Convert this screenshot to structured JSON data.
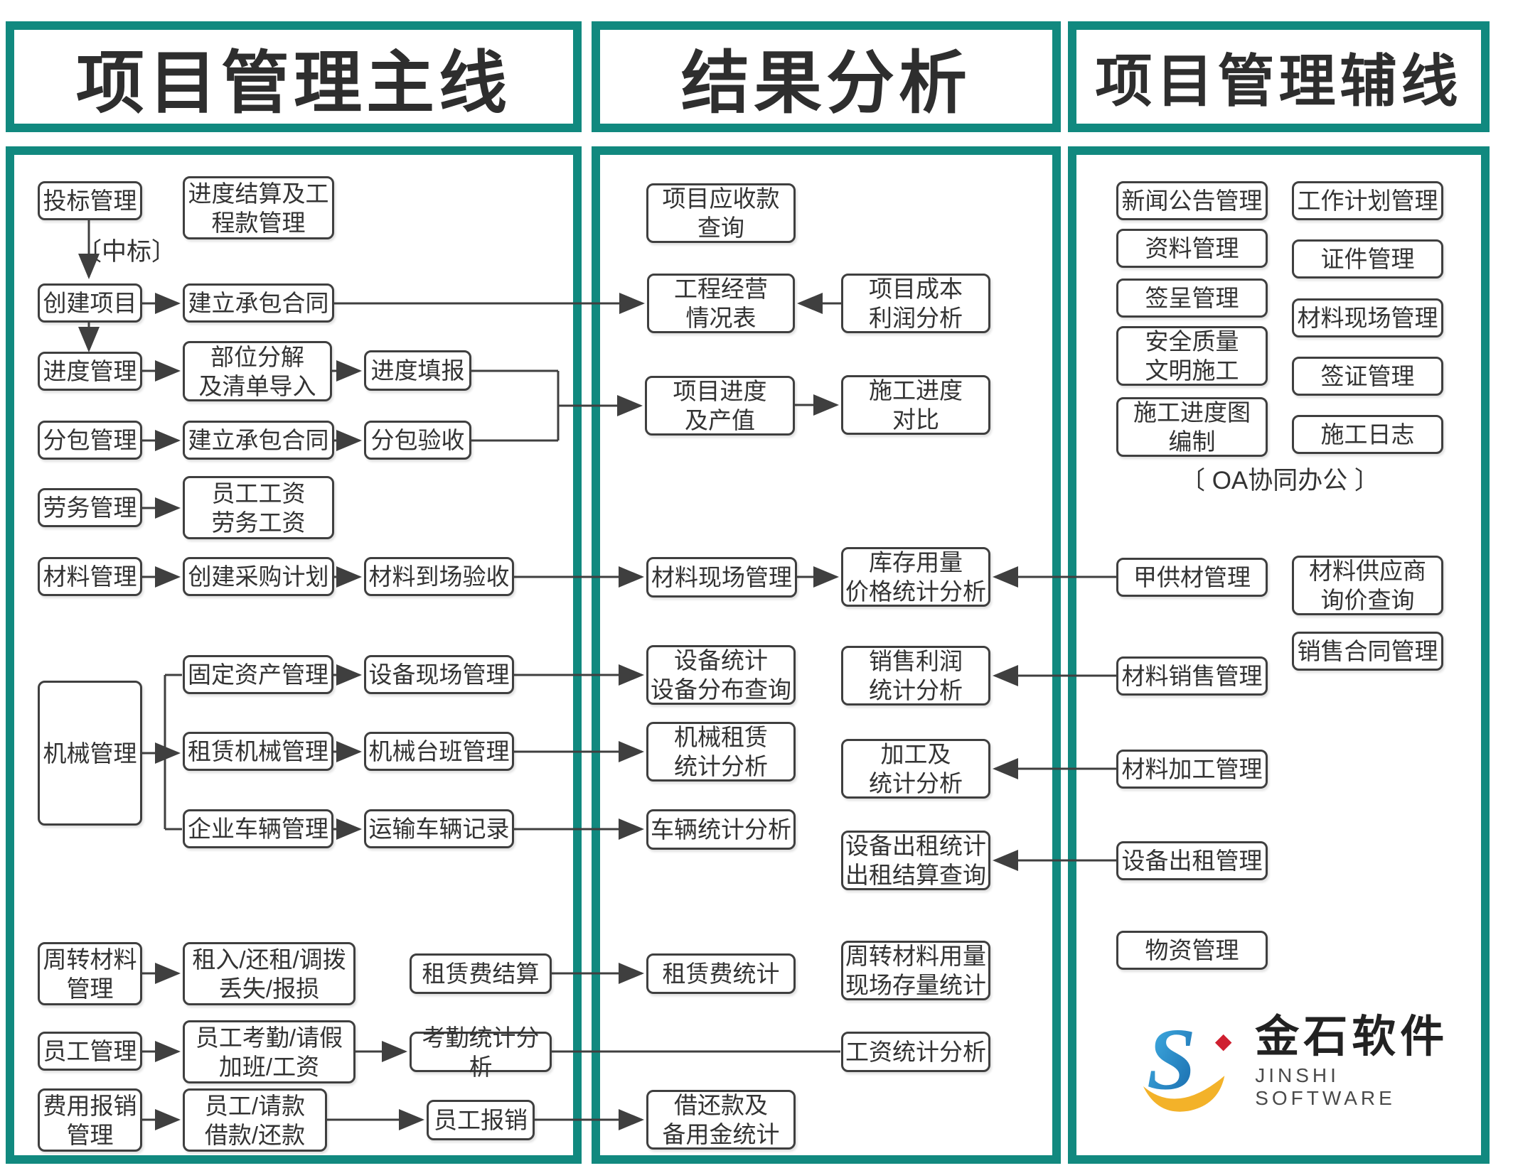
{
  "titles": {
    "col1": "项目管理主线",
    "col2": "结果分析",
    "col3": "项目管理辅线"
  },
  "nodes": [
    {
      "id": "toubiao",
      "label": "投标管理"
    },
    {
      "id": "jiesuan",
      "label": "进度结算及工\n程款管理"
    },
    {
      "id": "chuangjian",
      "label": "创建项目"
    },
    {
      "id": "chengbao1",
      "label": "建立承包合同"
    },
    {
      "id": "jindu",
      "label": "进度管理"
    },
    {
      "id": "buwei",
      "label": "部位分解\n及清单导入"
    },
    {
      "id": "tianbao",
      "label": "进度填报"
    },
    {
      "id": "fenbao",
      "label": "分包管理"
    },
    {
      "id": "chengbao2",
      "label": "建立承包合同"
    },
    {
      "id": "fenbaoyanshou",
      "label": "分包验收"
    },
    {
      "id": "laowu",
      "label": "劳务管理"
    },
    {
      "id": "gongzi",
      "label": "员工工资\n劳务工资"
    },
    {
      "id": "cailiao",
      "label": "材料管理"
    },
    {
      "id": "caigou",
      "label": "创建采购计划"
    },
    {
      "id": "daochang",
      "label": "材料到场验收"
    },
    {
      "id": "jixie",
      "label": "机械管理"
    },
    {
      "id": "guding",
      "label": "固定资产管理"
    },
    {
      "id": "shebeixc",
      "label": "设备现场管理"
    },
    {
      "id": "zulinjx",
      "label": "租赁机械管理"
    },
    {
      "id": "taiban",
      "label": "机械台班管理"
    },
    {
      "id": "qiyecl",
      "label": "企业车辆管理"
    },
    {
      "id": "yunshu",
      "label": "运输车辆记录"
    },
    {
      "id": "zhouzhuan",
      "label": "周转材料\n管理"
    },
    {
      "id": "zuru",
      "label": "租入/还租/调拨\n丢失/报损"
    },
    {
      "id": "zlfjiesuan",
      "label": "租赁费结算"
    },
    {
      "id": "yuangong",
      "label": "员工管理"
    },
    {
      "id": "kaoqin",
      "label": "员工考勤/请假\n加班/工资"
    },
    {
      "id": "kaoqintj",
      "label": "考勤统计分析"
    },
    {
      "id": "feiyong",
      "label": "费用报销\n管理"
    },
    {
      "id": "qingkuan",
      "label": "员工/请款\n借款/还款"
    },
    {
      "id": "baoxiao",
      "label": "员工报销"
    },
    {
      "id": "yingshou",
      "label": "项目应收款\n查询"
    },
    {
      "id": "jingying",
      "label": "工程经营\n情况表"
    },
    {
      "id": "chengben",
      "label": "项目成本\n利润分析"
    },
    {
      "id": "jinduchanzhi",
      "label": "项目进度\n及产值"
    },
    {
      "id": "shigongdb",
      "label": "施工进度\n对比"
    },
    {
      "id": "clxianchang",
      "label": "材料现场管理"
    },
    {
      "id": "kucun",
      "label": "库存用量\n价格统计分析"
    },
    {
      "id": "shebeitj",
      "label": "设备统计\n设备分布查询"
    },
    {
      "id": "xiaoshoulr",
      "label": "销售利润\n统计分析"
    },
    {
      "id": "jxzulintj",
      "label": "机械租赁\n统计分析"
    },
    {
      "id": "jiagongtj",
      "label": "加工及\n统计分析"
    },
    {
      "id": "cheliangtj",
      "label": "车辆统计分析"
    },
    {
      "id": "chuzutj",
      "label": "设备出租统计\n出租结算查询"
    },
    {
      "id": "zlftongji",
      "label": "租赁费统计"
    },
    {
      "id": "zzyongliang",
      "label": "周转材料用量\n现场存量统计"
    },
    {
      "id": "gongzitj",
      "label": "工资统计分析"
    },
    {
      "id": "jiehuan",
      "label": "借还款及\n备用金统计"
    },
    {
      "id": "xinwen",
      "label": "新闻公告管理"
    },
    {
      "id": "jihua",
      "label": "工作计划管理"
    },
    {
      "id": "ziliao",
      "label": "资料管理"
    },
    {
      "id": "zhengjian",
      "label": "证件管理"
    },
    {
      "id": "qiancheng",
      "label": "签呈管理"
    },
    {
      "id": "clxc3",
      "label": "材料现场管理"
    },
    {
      "id": "anquan",
      "label": "安全质量\n文明施工"
    },
    {
      "id": "qianzheng",
      "label": "签证管理"
    },
    {
      "id": "jindutu",
      "label": "施工进度图\n编制"
    },
    {
      "id": "rizhi",
      "label": "施工日志"
    },
    {
      "id": "jiagongcai",
      "label": "甲供材管理"
    },
    {
      "id": "gongyingshang",
      "label": "材料供应商\n询价查询"
    },
    {
      "id": "clxiaoshou",
      "label": "材料销售管理"
    },
    {
      "id": "xshetong",
      "label": "销售合同管理"
    },
    {
      "id": "cljiagong",
      "label": "材料加工管理"
    },
    {
      "id": "sbchuzu",
      "label": "设备出租管理"
    },
    {
      "id": "wuzi",
      "label": "物资管理"
    }
  ],
  "floating_labels": [
    {
      "id": "zhongbiao",
      "text": "〔中标〕"
    },
    {
      "id": "oa",
      "text": "〔 OA协同办公 〕"
    }
  ],
  "edges": [
    {
      "from": "toubiao",
      "to": "chuangjian",
      "label": "中标"
    },
    {
      "from": "chuangjian",
      "to": "chengbao1"
    },
    {
      "from": "chuangjian",
      "to": "jindu"
    },
    {
      "from": "chengbao1",
      "to": "jingying"
    },
    {
      "from": "jindu",
      "to": "buwei"
    },
    {
      "from": "buwei",
      "to": "tianbao"
    },
    {
      "from": "fenbao",
      "to": "chengbao2"
    },
    {
      "from": "chengbao2",
      "to": "fenbaoyanshou"
    },
    {
      "from": "tianbao",
      "to": "jinduchanzhi"
    },
    {
      "from": "fenbaoyanshou",
      "to": "jinduchanzhi"
    },
    {
      "from": "jinduchanzhi",
      "to": "shigongdb"
    },
    {
      "from": "chengben",
      "to": "jingying"
    },
    {
      "from": "laowu",
      "to": "gongzi"
    },
    {
      "from": "cailiao",
      "to": "caigou"
    },
    {
      "from": "caigou",
      "to": "daochang"
    },
    {
      "from": "daochang",
      "to": "clxianchang"
    },
    {
      "from": "clxianchang",
      "to": "kucun"
    },
    {
      "from": "jiagongcai",
      "to": "kucun"
    },
    {
      "from": "jixie",
      "to": "guding"
    },
    {
      "from": "jixie",
      "to": "zulinjx"
    },
    {
      "from": "jixie",
      "to": "qiyecl"
    },
    {
      "from": "guding",
      "to": "shebeixc"
    },
    {
      "from": "shebeixc",
      "to": "shebeitj"
    },
    {
      "from": "zulinjx",
      "to": "taiban"
    },
    {
      "from": "taiban",
      "to": "jxzulintj"
    },
    {
      "from": "qiyecl",
      "to": "yunshu"
    },
    {
      "from": "yunshu",
      "to": "cheliangtj"
    },
    {
      "from": "clxiaoshou",
      "to": "xiaoshoulr"
    },
    {
      "from": "cljiagong",
      "to": "jiagongtj"
    },
    {
      "from": "sbchuzu",
      "to": "chuzutj"
    },
    {
      "from": "zhouzhuan",
      "to": "zuru"
    },
    {
      "from": "zlfjiesuan",
      "to": "zlftongji"
    },
    {
      "from": "yuangong",
      "to": "kaoqin"
    },
    {
      "from": "kaoqin",
      "to": "kaoqintj"
    },
    {
      "from": "kaoqintj",
      "to": "gongzitj"
    },
    {
      "from": "feiyong",
      "to": "qingkuan"
    },
    {
      "from": "qingkuan",
      "to": "baoxiao"
    },
    {
      "from": "baoxiao",
      "to": "jiehuan"
    }
  ],
  "logo": {
    "name": "金石软件",
    "subtitle": "JINSHI SOFTWARE"
  },
  "colors": {
    "frame_teal": "#11897f",
    "box_border": "#3f3f3f",
    "text": "#333333",
    "logo_blue_light": "#45b5e8",
    "logo_blue_dark": "#1565a8",
    "logo_yellow": "#f3b229",
    "logo_red": "#cf2030"
  }
}
